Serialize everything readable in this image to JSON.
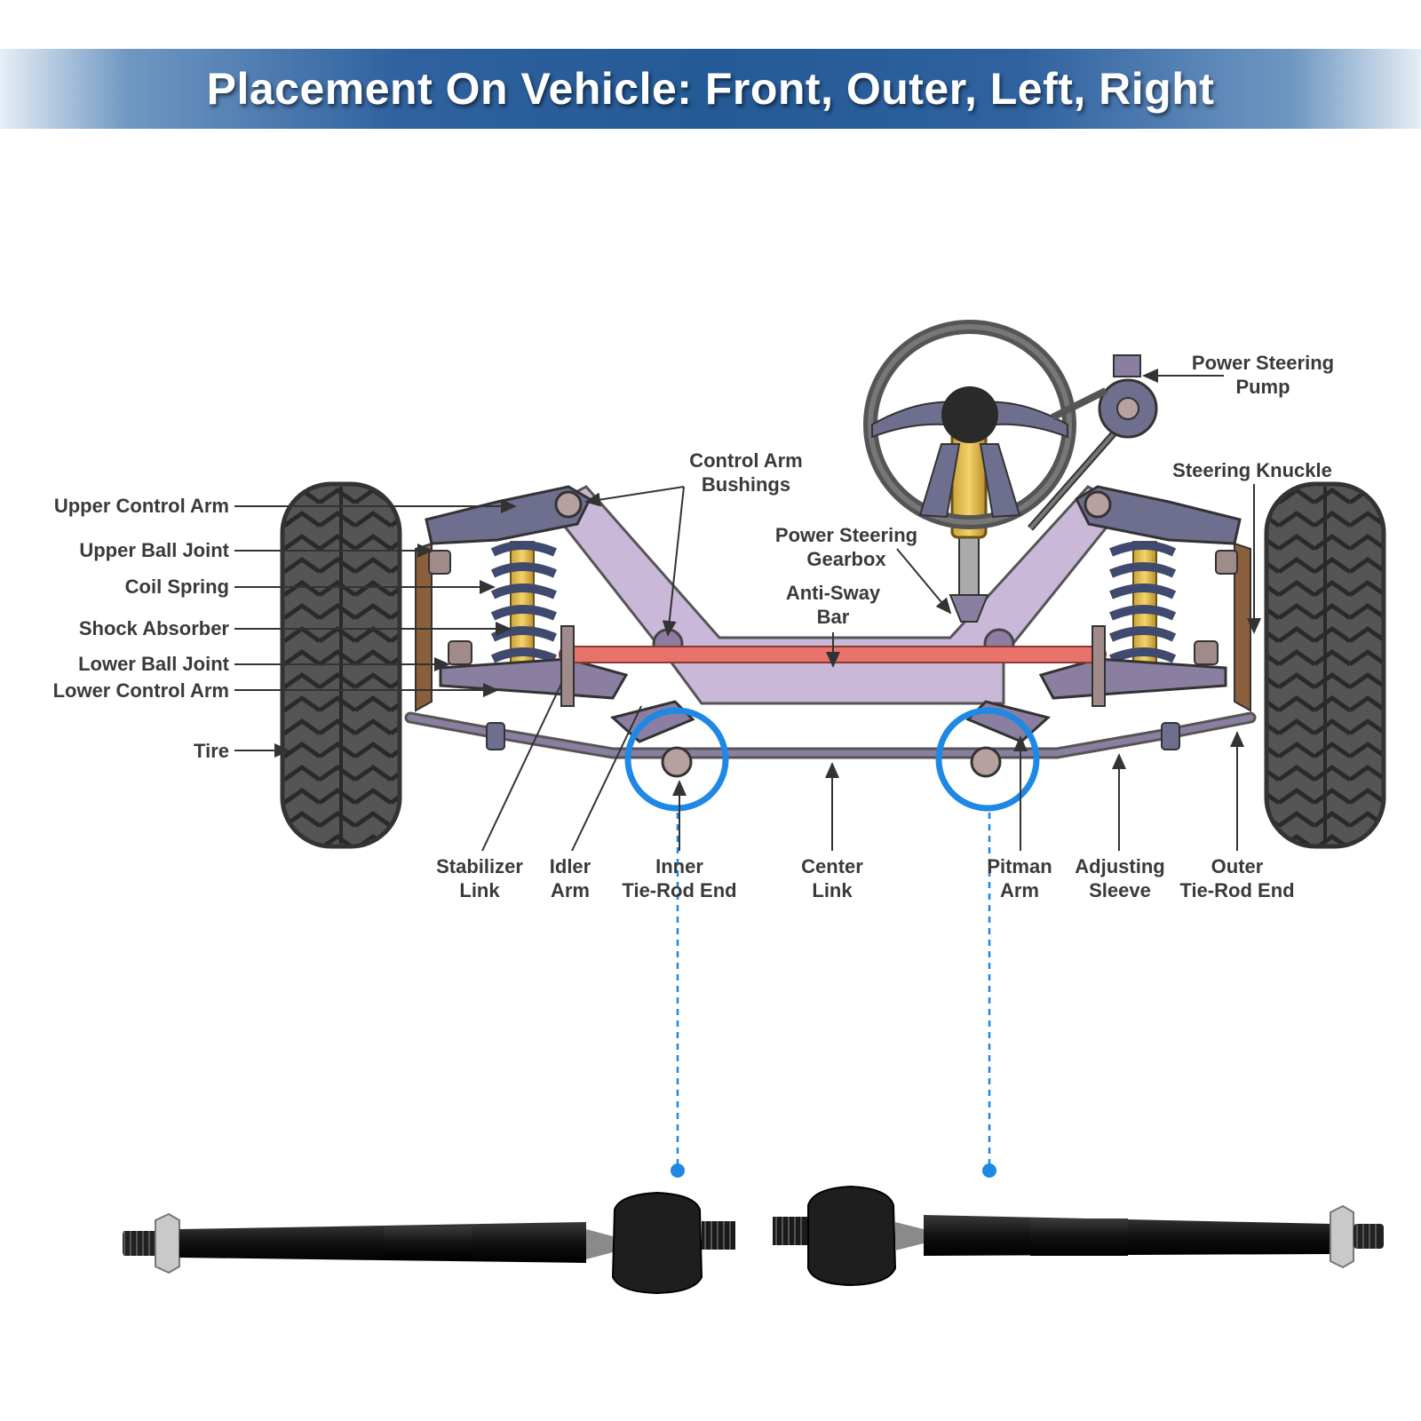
{
  "banner": {
    "title": "Placement On Vehicle: Front, Outer, Left, Right"
  },
  "labels": {
    "upper_control_arm": "Upper Control Arm",
    "upper_ball_joint": "Upper Ball Joint",
    "coil_spring": "Coil Spring",
    "shock_absorber": "Shock Absorber",
    "lower_ball_joint": "Lower Ball Joint",
    "lower_control_arm": "Lower Control Arm",
    "tire": "Tire",
    "control_arm_bushings": [
      "Control Arm",
      "Bushings"
    ],
    "power_steering_gearbox": [
      "Power Steering",
      "Gearbox"
    ],
    "anti_sway_bar": [
      "Anti-Sway",
      "Bar"
    ],
    "power_steering_pump": [
      "Power Steering",
      "Pump"
    ],
    "steering_knuckle": "Steering Knuckle",
    "stabilizer_link": [
      "Stabilizer",
      "Link"
    ],
    "idler_arm": [
      "Idler",
      "Arm"
    ],
    "inner_tie_rod_end": [
      "Inner",
      "Tie-Rod End"
    ],
    "center_link": [
      "Center",
      "Link"
    ],
    "pitman_arm": [
      "Pitman",
      "Arm"
    ],
    "adjusting_sleeve": [
      "Adjusting",
      "Sleeve"
    ],
    "outer_tie_rod_end": [
      "Outer",
      "Tie-Rod End"
    ]
  },
  "colors": {
    "banner_blue": "#245a96",
    "highlight_blue": "#1e88e5",
    "frame_lavender": "#c9b8d8",
    "sway_bar_red": "#e8736b",
    "shock_yellow": "#f2c94c",
    "tire_dark": "#444444"
  }
}
